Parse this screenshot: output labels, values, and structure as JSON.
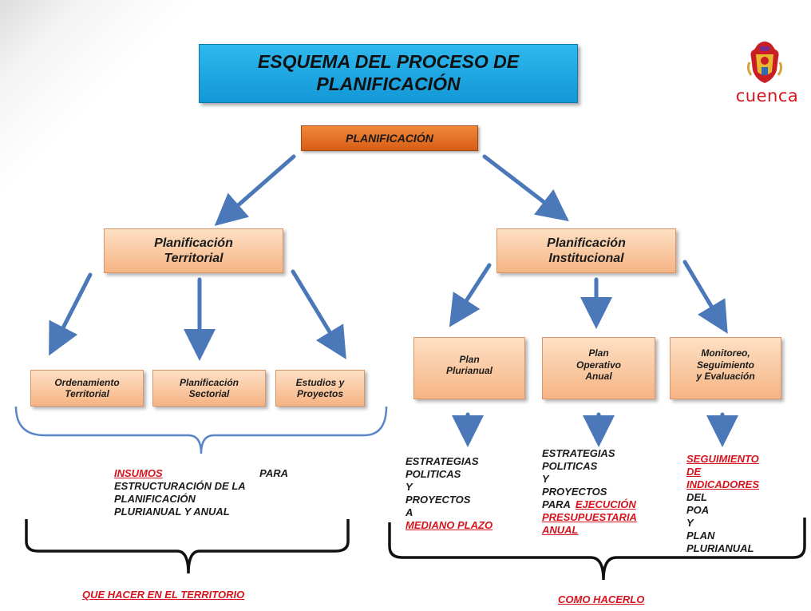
{
  "title": "ESQUEMA DEL PROCESO DE\nPLANIFICACIÓN",
  "root": "PLANIFICACIÓN",
  "mid": {
    "territorial": "Planificación\nTerritorial",
    "institucional": "Planificación\nInstitucional"
  },
  "leaves": {
    "ordenamiento": "Ordenamiento\nTerritorial",
    "sectorial": "Planificación\nSectorial",
    "estudios": "Estudios y\nProyectos",
    "plurianual": "Plan\nPlurianual",
    "operativo": "Plan\nOperativo\nAnual",
    "monitoreo": "Monitoreo,\nSeguimiento\ny Evaluación"
  },
  "insumos": {
    "word1": "INSUMOS",
    "word2": "PARA",
    "line2": "ESTRUCTURACIÓN DE LA",
    "line3": "PLANIFICACIÓN",
    "line4": "PLURIANUAL Y ANUAL"
  },
  "col_a": {
    "l1": "ESTRATEGIAS",
    "l2a": "POLITICAS",
    "l2b": "Y",
    "l3a": "PROYECTOS",
    "l3b": "A",
    "red": "MEDIANO PLAZO"
  },
  "col_b": {
    "l1": "ESTRATEGIAS",
    "l2a": "POLITICAS",
    "l2b": "Y",
    "l3": "PROYECTOS",
    "l4": "PARA",
    "red1": "EJECUCIÓN",
    "red2": "PRESUPUESTARIA",
    "red3": "ANUAL"
  },
  "col_c": {
    "red1": "SEGUIMIENTO",
    "red2": "DE",
    "red3": "INDICADORES",
    "l4a": "DEL",
    "l4b": "POA",
    "l4c": "Y",
    "l5": "PLAN",
    "l6": "PLURIANUAL"
  },
  "footer_left": "QUE HACER EN EL TERRITORIO",
  "footer_right": "COMO HACERLO",
  "logo_text": "cuenca",
  "colors": {
    "title_fill": "#1ba6e3",
    "root_fill": "#e8711f",
    "box_fill": "#f9c9a0",
    "arrow": "#4a78b8",
    "red_text": "#d6141e"
  }
}
